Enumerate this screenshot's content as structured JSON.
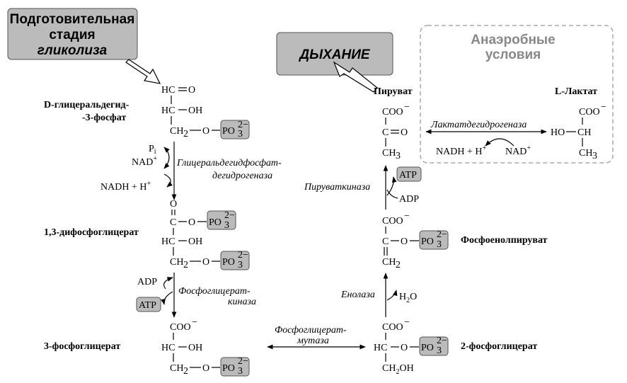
{
  "header": {
    "prep_line1": "Подготовительная",
    "prep_line2": "стадия",
    "prep_line3": "гликолиза",
    "respiration": "ДЫХАНИЕ",
    "anaerobic_line1": "Анаэробные",
    "anaerobic_line2": "условия"
  },
  "compounds": {
    "g3p_line1": "D-глицеральдегид-",
    "g3p_line2": "-3-фосфат",
    "bpg": "1,3-дифосфоглицерат",
    "pg3": "3-фосфоглицерат",
    "pg2": "2-фосфоглицерат",
    "pep": "Фосфоенолпируват",
    "pyruvate": "Пируват",
    "lactate": "L-Лактат"
  },
  "enzymes": {
    "gapdh_line1": "Глицеральдегидфосфат-",
    "gapdh_line2": "дегидрогеназа",
    "pgk_line1": "Фосфоглицерат-",
    "pgk_line2": "киназа",
    "pgm_line1": "Фосфоглицерат-",
    "pgm_line2": "мутаза",
    "enolase": "Енолаза",
    "pk": "Пируваткиназа",
    "ldh": "Лактатдегидрогеназа"
  },
  "cofactors": {
    "pi": "P",
    "pi_sub": "i",
    "nad": "NAD",
    "nadh": "NADH + H",
    "plus": "+",
    "adp": "ADP",
    "atp": "ATP",
    "h2o_h": "H",
    "h2o_2": "2",
    "h2o_o": "O"
  },
  "chem": {
    "hc": "HC",
    "o": "O",
    "oh": "OH",
    "ch2": "CH",
    "sub2": "2",
    "sub3": "3",
    "po": "PO",
    "charge2": "2−",
    "coo": "COO",
    "minus": "−",
    "c": "C",
    "ho": "HO",
    "ch": "CH",
    "ch3": "CH",
    "ch2oh": "CH",
    "ch2oh_oh": "OH"
  },
  "colors": {
    "box_fill": "#bbbbbb",
    "box_stroke": "#555555",
    "dashed_border": "#aaaaaa",
    "anaerobic_text": "#888888"
  }
}
